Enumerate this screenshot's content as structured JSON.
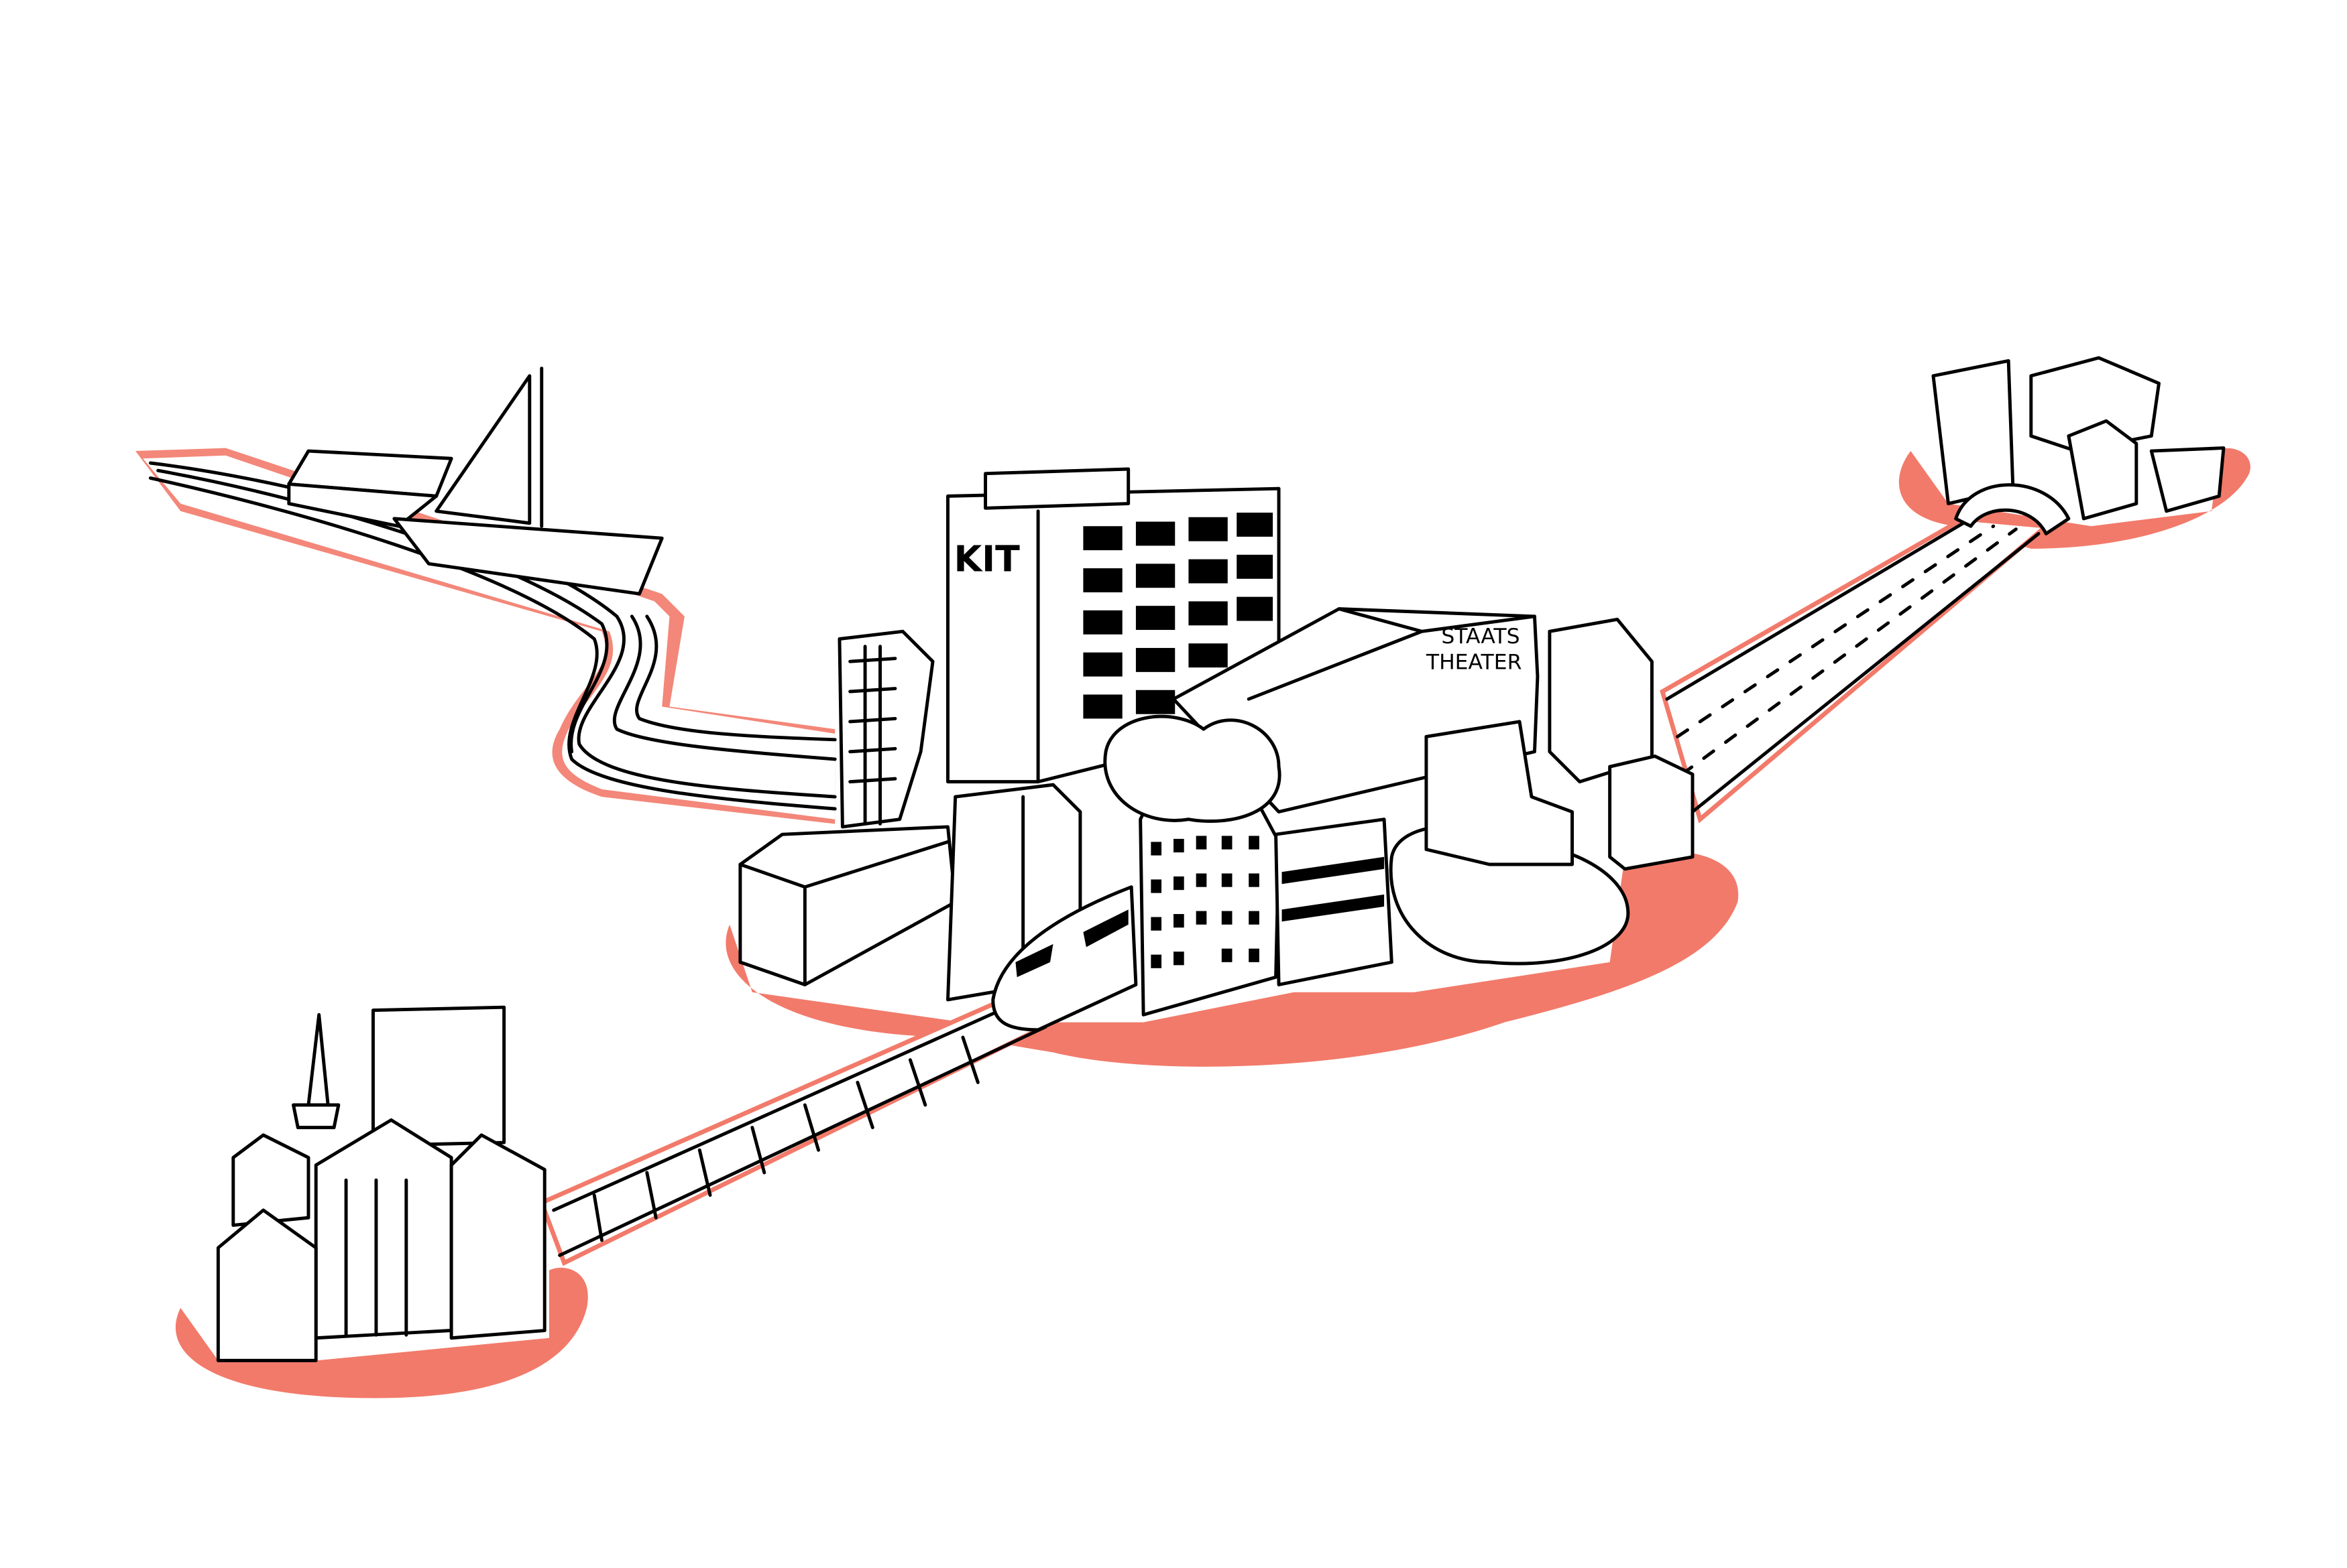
{
  "illustration": {
    "colors": {
      "accent": "#F27A6A",
      "ink": "#000000",
      "background": "#FFFFFF"
    },
    "labels": {
      "kit_logo": "KIT",
      "theater_line1": "STAATS",
      "theater_line2": "THEATER"
    }
  }
}
